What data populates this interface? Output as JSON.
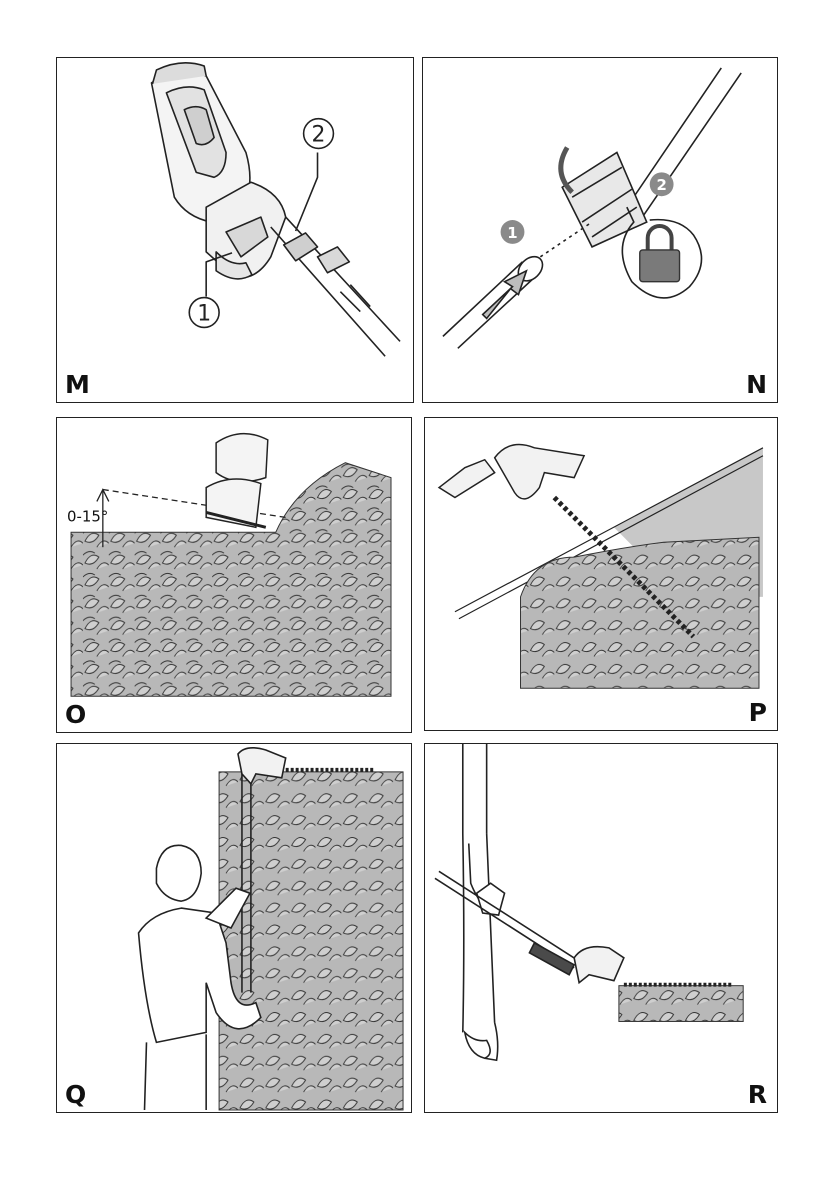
{
  "panels": [
    {
      "id": "M",
      "label": "M",
      "callouts": [
        "1",
        "2"
      ]
    },
    {
      "id": "N",
      "label": "N",
      "steps": [
        "1",
        "2"
      ]
    },
    {
      "id": "O",
      "label": "O",
      "angle_text": "0-15°"
    },
    {
      "id": "P",
      "label": "P"
    },
    {
      "id": "Q",
      "label": "Q"
    },
    {
      "id": "R",
      "label": "R"
    }
  ],
  "icons": {
    "lock": "padlock-icon",
    "arrow": "push-arrow-icon",
    "rotate": "rotate-arrow-icon"
  },
  "colors": {
    "line": "#222222",
    "hedge_fill": "#b8b8b8",
    "step_badge": "#8a8a8a",
    "shade": "#c8c8c8"
  }
}
